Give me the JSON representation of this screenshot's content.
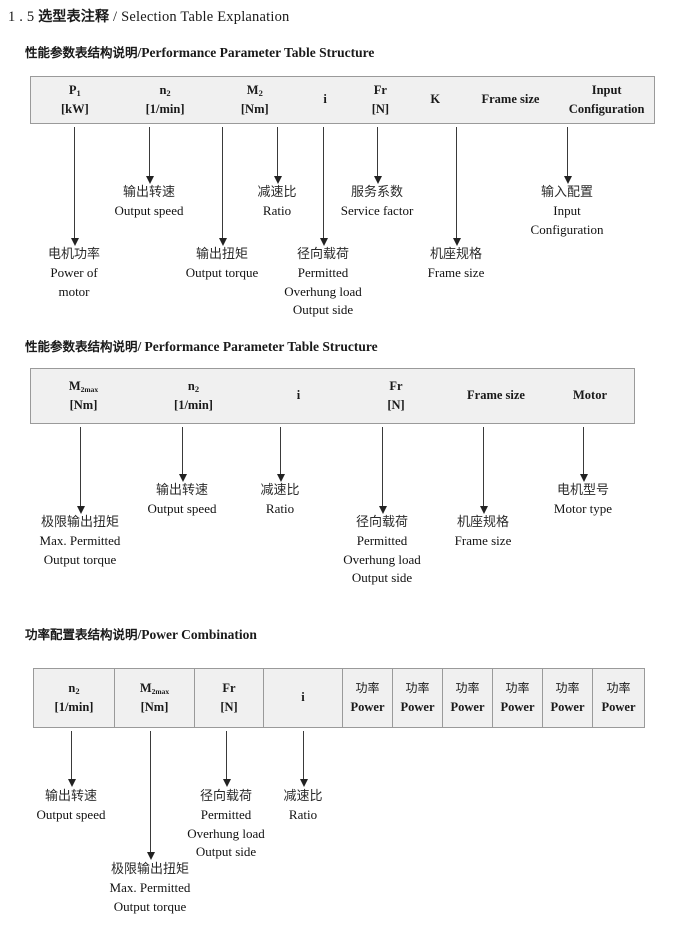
{
  "document": {
    "title_number": "1 . 5",
    "title_cn": "选型表注释",
    "title_sep": "/",
    "title_en": "Selection Table Explanation"
  },
  "sections": [
    {
      "heading_cn": "性能参数表结构说明",
      "heading_sep": "/",
      "heading_en": "Performance Parameter Table Structure",
      "table": {
        "divided": false,
        "columns": [
          {
            "symbol": "P",
            "subscript": "1",
            "unit": "[kW]"
          },
          {
            "symbol": "n",
            "subscript": "2",
            "unit": "[1/min]"
          },
          {
            "symbol": "M",
            "subscript": "2",
            "unit": "[Nm]"
          },
          {
            "symbol": "i",
            "subscript": "",
            "unit": ""
          },
          {
            "symbol": "Fr",
            "subscript": "",
            "unit": "[N]"
          },
          {
            "symbol": "K",
            "subscript": "",
            "unit": ""
          },
          {
            "symbol": "Frame size",
            "subscript": "",
            "unit": ""
          },
          {
            "symbol": "Input",
            "subscript": "",
            "unit": "Configuration"
          }
        ]
      },
      "callouts": [
        {
          "cn": "电机功率",
          "en": [
            "Power of",
            "motor"
          ]
        },
        {
          "cn": "输出转速",
          "en": [
            "Output speed"
          ]
        },
        {
          "cn": "输出扭矩",
          "en": [
            "Output torque"
          ]
        },
        {
          "cn": "减速比",
          "en": [
            "Ratio"
          ]
        },
        {
          "cn": "径向载荷",
          "en": [
            "Permitted",
            "Overhung load",
            "Output side"
          ]
        },
        {
          "cn": "服务系数",
          "en": [
            "Service factor"
          ]
        },
        {
          "cn": "机座规格",
          "en": [
            "Frame size"
          ]
        },
        {
          "cn": "输入配置",
          "en": [
            "Input",
            "Configuration"
          ]
        }
      ]
    },
    {
      "heading_cn": "性能参数表结构说明",
      "heading_sep": "/",
      "heading_en": "Performance Parameter Table Structure",
      "table": {
        "divided": false,
        "columns": [
          {
            "symbol": "M",
            "subscript": "2max",
            "unit": "[Nm]"
          },
          {
            "symbol": "n",
            "subscript": "2",
            "unit": "[1/min]"
          },
          {
            "symbol": "i",
            "subscript": "",
            "unit": ""
          },
          {
            "symbol": "Fr",
            "subscript": "",
            "unit": "[N]"
          },
          {
            "symbol": "Frame size",
            "subscript": "",
            "unit": ""
          },
          {
            "symbol": "Motor",
            "subscript": "",
            "unit": ""
          }
        ]
      },
      "callouts": [
        {
          "cn": "极限输出扭矩",
          "en": [
            "Max. Permitted",
            "Output  torque"
          ]
        },
        {
          "cn": "输出转速",
          "en": [
            "Output speed"
          ]
        },
        {
          "cn": "减速比",
          "en": [
            "Ratio"
          ]
        },
        {
          "cn": "径向载荷",
          "en": [
            "Permitted",
            "Overhung load",
            "Output side"
          ]
        },
        {
          "cn": "机座规格",
          "en": [
            "Frame size"
          ]
        },
        {
          "cn": "电机型号",
          "en": [
            "Motor type"
          ]
        }
      ]
    },
    {
      "heading_cn": "功率配置表结构说明",
      "heading_sep": "/",
      "heading_en": "Power Combination",
      "table": {
        "divided": true,
        "columns": [
          {
            "symbol": "n",
            "subscript": "2",
            "unit": "[1/min]"
          },
          {
            "symbol": "M",
            "subscript": "2max",
            "unit": "[Nm]"
          },
          {
            "symbol": "Fr",
            "subscript": "",
            "unit": "[N]"
          },
          {
            "symbol": "i",
            "subscript": "",
            "unit": ""
          },
          {
            "symbol": "功率",
            "subscript": "",
            "unit": "Power"
          },
          {
            "symbol": "功率",
            "subscript": "",
            "unit": "Power"
          },
          {
            "symbol": "功率",
            "subscript": "",
            "unit": "Power"
          },
          {
            "symbol": "功率",
            "subscript": "",
            "unit": "Power"
          },
          {
            "symbol": "功率",
            "subscript": "",
            "unit": "Power"
          },
          {
            "symbol": "功率",
            "subscript": "",
            "unit": "Power"
          }
        ]
      },
      "callouts": [
        {
          "cn": "输出转速",
          "en": [
            "Output speed"
          ]
        },
        {
          "cn": "极限输出扭矩",
          "en": [
            "Max. Permitted",
            "Output  torque"
          ]
        },
        {
          "cn": "径向载荷",
          "en": [
            "Permitted",
            "Overhung load",
            "Output side"
          ]
        },
        {
          "cn": "减速比",
          "en": [
            "Ratio"
          ]
        }
      ]
    }
  ],
  "colors": {
    "table_fill": "#f0f0f0",
    "table_border": "#9a9a9a",
    "arrow": "#222222",
    "text": "#1a1a1a"
  }
}
